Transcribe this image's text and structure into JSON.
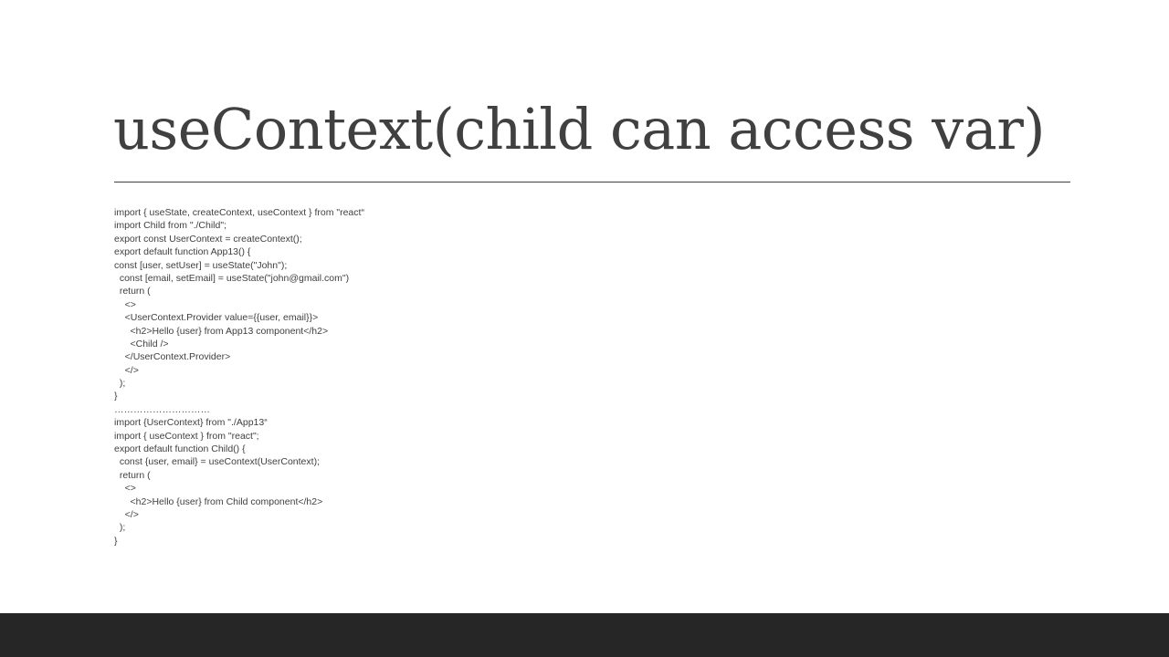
{
  "slide": {
    "title": "useContext(child can access var)",
    "code_lines": [
      "import { useState, createContext, useContext } from \"react“",
      "import Child from \"./Child\";",
      "export const UserContext = createContext();",
      "export default function App13() {",
      "const [user, setUser] = useState(\"John\");",
      "  const [email, setEmail] = useState(\"john@gmail.com\")",
      "  return (",
      "    <>",
      "    <UserContext.Provider value={{user, email}}>",
      "      <h2>Hello {user} from App13 component</h2>",
      "      <Child />",
      "    </UserContext.Provider>",
      "    </>",
      "  );",
      "}",
      "…………………………",
      "import {UserContext} from \"./App13“",
      "import { useContext } from \"react\";",
      "export default function Child() {",
      "  const {user, email} = useContext(UserContext);",
      "  return (",
      "    <>",
      "      <h2>Hello {user} from Child component</h2>",
      "    </>",
      "  );",
      "}"
    ]
  }
}
